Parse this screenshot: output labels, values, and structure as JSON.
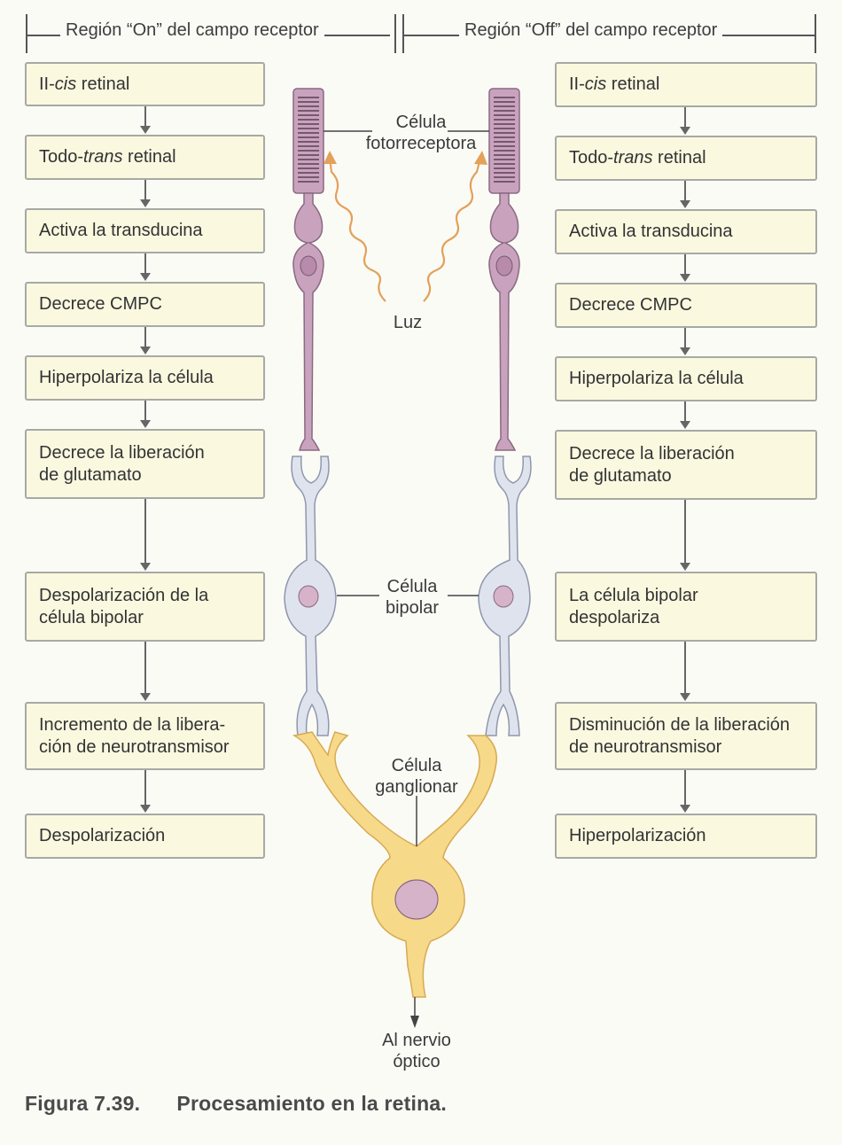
{
  "headers": {
    "on_region": "Región “On” del campo receptor",
    "off_region": "Región “Off” del campo receptor"
  },
  "on_steps": [
    {
      "pre": "II-",
      "em": "cis",
      "post": " retinal"
    },
    {
      "pre": "Todo-",
      "em": "trans",
      "post": " retinal"
    },
    {
      "pre": "Activa la transducina",
      "em": "",
      "post": ""
    },
    {
      "pre": "Decrece CMPC",
      "em": "",
      "post": ""
    },
    {
      "pre": "Hiperpolariza la célula",
      "em": "",
      "post": ""
    },
    {
      "pre": "Decrece la liberación",
      "em": "",
      "post": "",
      "line2": "de glutamato"
    },
    {
      "pre": "Despolarización de la",
      "em": "",
      "post": "",
      "line2": "célula bipolar"
    },
    {
      "pre": "Incremento de la libera-",
      "em": "",
      "post": "",
      "line2": "ción de neurotransmisor"
    },
    {
      "pre": "Despolarización",
      "em": "",
      "post": ""
    }
  ],
  "off_steps": [
    {
      "pre": "II-",
      "em": "cis",
      "post": " retinal"
    },
    {
      "pre": "Todo-",
      "em": "trans",
      "post": " retinal"
    },
    {
      "pre": "Activa la transducina",
      "em": "",
      "post": ""
    },
    {
      "pre": "Decrece CMPC",
      "em": "",
      "post": ""
    },
    {
      "pre": "Hiperpolariza la célula",
      "em": "",
      "post": ""
    },
    {
      "pre": "Decrece la liberación",
      "em": "",
      "post": "",
      "line2": "de glutamato"
    },
    {
      "pre": "La célula bipolar",
      "em": "",
      "post": "",
      "line2": "despolariza"
    },
    {
      "pre": "Disminución de la liberación",
      "em": "",
      "post": "",
      "line2": "de neurotransmisor"
    },
    {
      "pre": "Hiperpolarización",
      "em": "",
      "post": ""
    }
  ],
  "cell_labels": {
    "photoreceptor_1": "Célula",
    "photoreceptor_2": "fotorreceptora",
    "light": "Luz",
    "bipolar_1": "Célula",
    "bipolar_2": "bipolar",
    "ganglion_1": "Célula",
    "ganglion_2": "ganglionar",
    "nerve_1": "Al nervio",
    "nerve_2": "óptico"
  },
  "caption": {
    "number": "Figura 7.39.",
    "title": "Procesamiento en la retina."
  },
  "colors": {
    "box_fill": "#fbf8e0",
    "box_border": "#a7a9a4",
    "photoreceptor": "#c9a3be",
    "bipolar": "#dfe3ee",
    "ganglion": "#f7d98a",
    "nucleus": "#d6b3c8",
    "light_wave": "#e3a15a"
  }
}
